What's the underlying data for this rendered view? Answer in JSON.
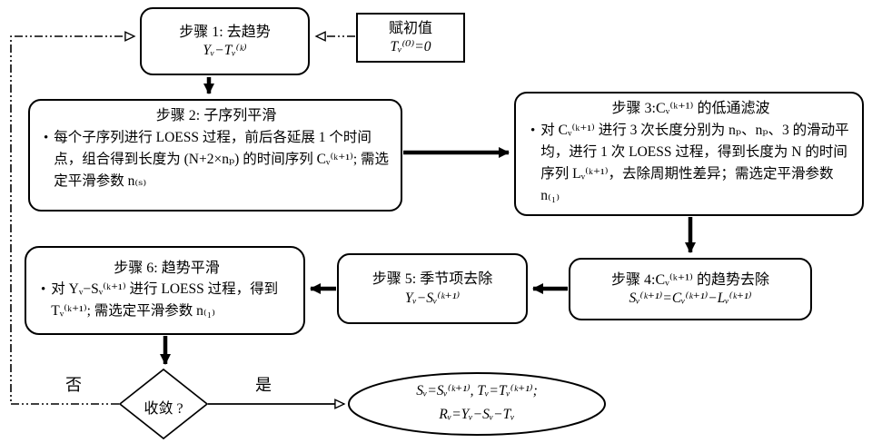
{
  "nodes": {
    "step1": {
      "title": "步骤 1: 去趋势",
      "formula": "Yᵥ−Tᵥ⁽ᵏ⁾"
    },
    "init": {
      "title": "赋初值",
      "formula": "Tᵥ⁽⁰⁾=0"
    },
    "step2": {
      "title": "步骤 2: 子序列平滑",
      "bullet": "•",
      "body": "每个子序列进行 LOESS 过程，前后各延展 1 个时间点，组合得到长度为 (N+2×nₚ) 的时间序列 Cᵥ⁽ᵏ⁺¹⁾; 需选定平滑参数 n₍ₛ₎"
    },
    "step3": {
      "title": "步骤 3:Cᵥ⁽ᵏ⁺¹⁾ 的低通滤波",
      "bullet": "•",
      "body": "对 Cᵥ⁽ᵏ⁺¹⁾ 进行 3 次长度分别为 nₚ、nₚ、3 的滑动平均，进行 1 次 LOESS 过程，得到长度为 N 的时间序列 Lᵥ⁽ᵏ⁺¹⁾，去除周期性差异；需选定平滑参数 n₍₁₎"
    },
    "step4": {
      "title": "步骤 4:Cᵥ⁽ᵏ⁺¹⁾ 的趋势去除",
      "formula": "Sᵥ⁽ᵏ⁺¹⁾=Cᵥ⁽ᵏ⁺¹⁾−Lᵥ⁽ᵏ⁺¹⁾"
    },
    "step5": {
      "title": "步骤 5: 季节项去除",
      "formula": "Yᵥ−Sᵥ⁽ᵏ⁺¹⁾"
    },
    "step6": {
      "title": "步骤 6: 趋势平滑",
      "bullet": "•",
      "body": "对 Yᵥ−Sᵥ⁽ᵏ⁺¹⁾ 进行 LOESS 过程，得到 Tᵥ⁽ᵏ⁺¹⁾; 需选定平滑参数 n₍₁₎"
    },
    "decision": {
      "label": "收敛 ?"
    },
    "result": {
      "line1": "Sᵥ=Sᵥ⁽ᵏ⁺¹⁾, Tᵥ=Tᵥ⁽ᵏ⁺¹⁾;",
      "line2": "Rᵥ=Yᵥ−Sᵥ−Tᵥ"
    }
  },
  "edges": {
    "no_label": "否",
    "yes_label": "是"
  },
  "colors": {
    "stroke": "#000000",
    "background": "#ffffff"
  }
}
